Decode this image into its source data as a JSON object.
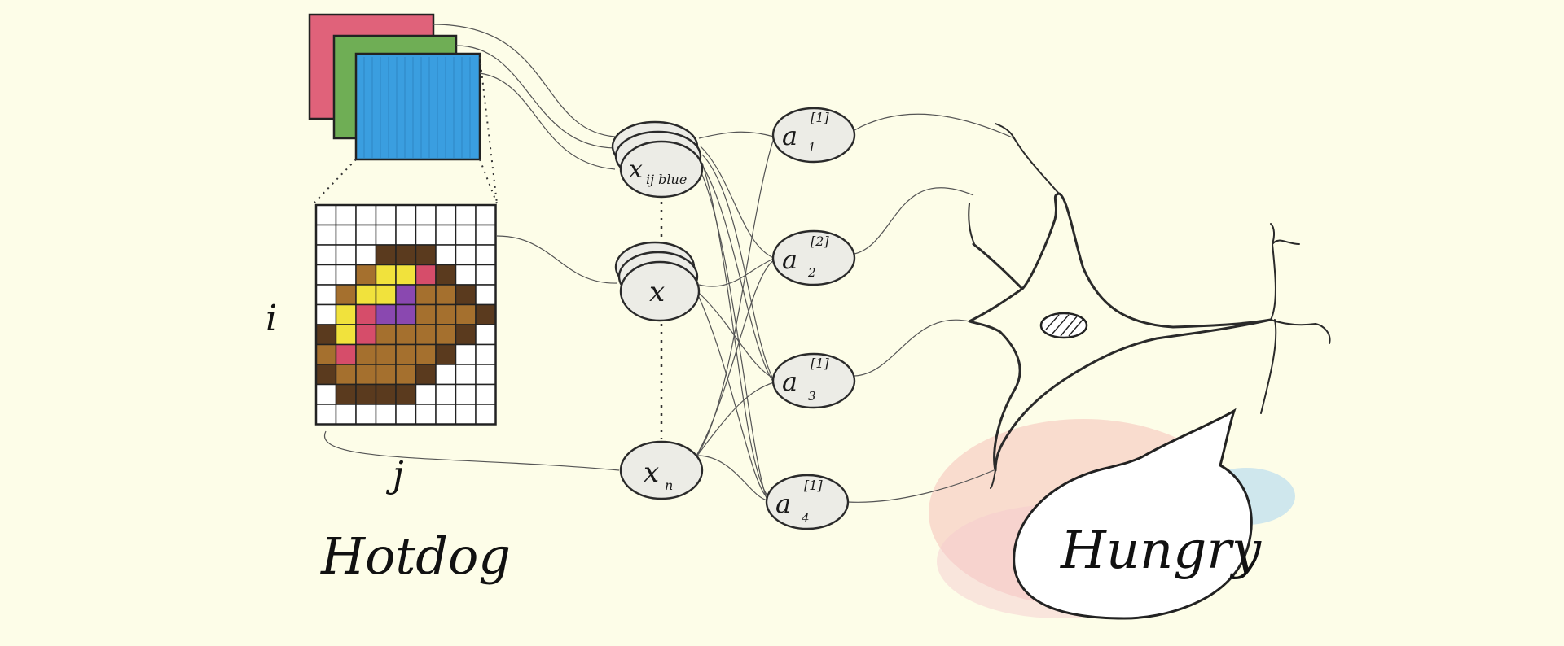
{
  "diagram": {
    "axis_i": "i",
    "axis_j": "j",
    "image_caption": "Hotdog",
    "speech_text": "Hungry",
    "input_nodes": [
      {
        "main": "x",
        "sub": "ij blue"
      },
      {
        "main": "x",
        "sub": ""
      },
      {
        "main": "x",
        "sub": "n"
      }
    ],
    "hidden_nodes": [
      {
        "main": "a",
        "sup": "[1]",
        "sub": "1"
      },
      {
        "main": "a",
        "sup": "[2]",
        "sub": "2"
      },
      {
        "main": "a",
        "sup": "[1]",
        "sub": "3"
      },
      {
        "main": "a",
        "sup": "[1]",
        "sub": "4"
      }
    ]
  },
  "colors": {
    "background": "#fdfde8",
    "red_channel": "#e0627a",
    "green_channel": "#6fae55",
    "blue_channel": "#3a9ee0",
    "bun_brown": "#a5702e",
    "dark_brown": "#5a3a1e",
    "mustard": "#f1e23c",
    "ketchup": "#d64d6a",
    "onion_purple": "#8a48b0"
  },
  "pixel_grid": [
    "wwwwwwwww",
    "wwwwwwwww",
    "wwwDDDwww",
    "wwBYYKDww",
    "wBYYPBBDw",
    "wYKPPBBBD",
    "DYKBBBBDw",
    "BKBBBBDww",
    "DBBBBDwww",
    "wDDDDwwww",
    "wwwwwwwww"
  ]
}
